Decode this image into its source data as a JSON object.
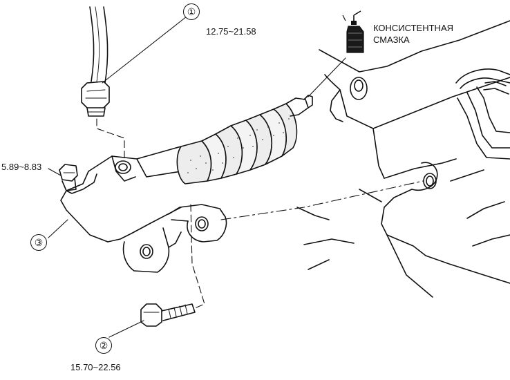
{
  "callouts": {
    "c1": "①",
    "c2": "②",
    "c3": "③"
  },
  "torques": {
    "t1": "12.75~21.58",
    "t2": "15.70~22.56",
    "t3": "5.89~8.83"
  },
  "grease": {
    "line1": "КОНСИСТЕНТНАЯ",
    "line2": "СМАЗКА"
  },
  "icons": {
    "grease": "grease-can-icon"
  }
}
